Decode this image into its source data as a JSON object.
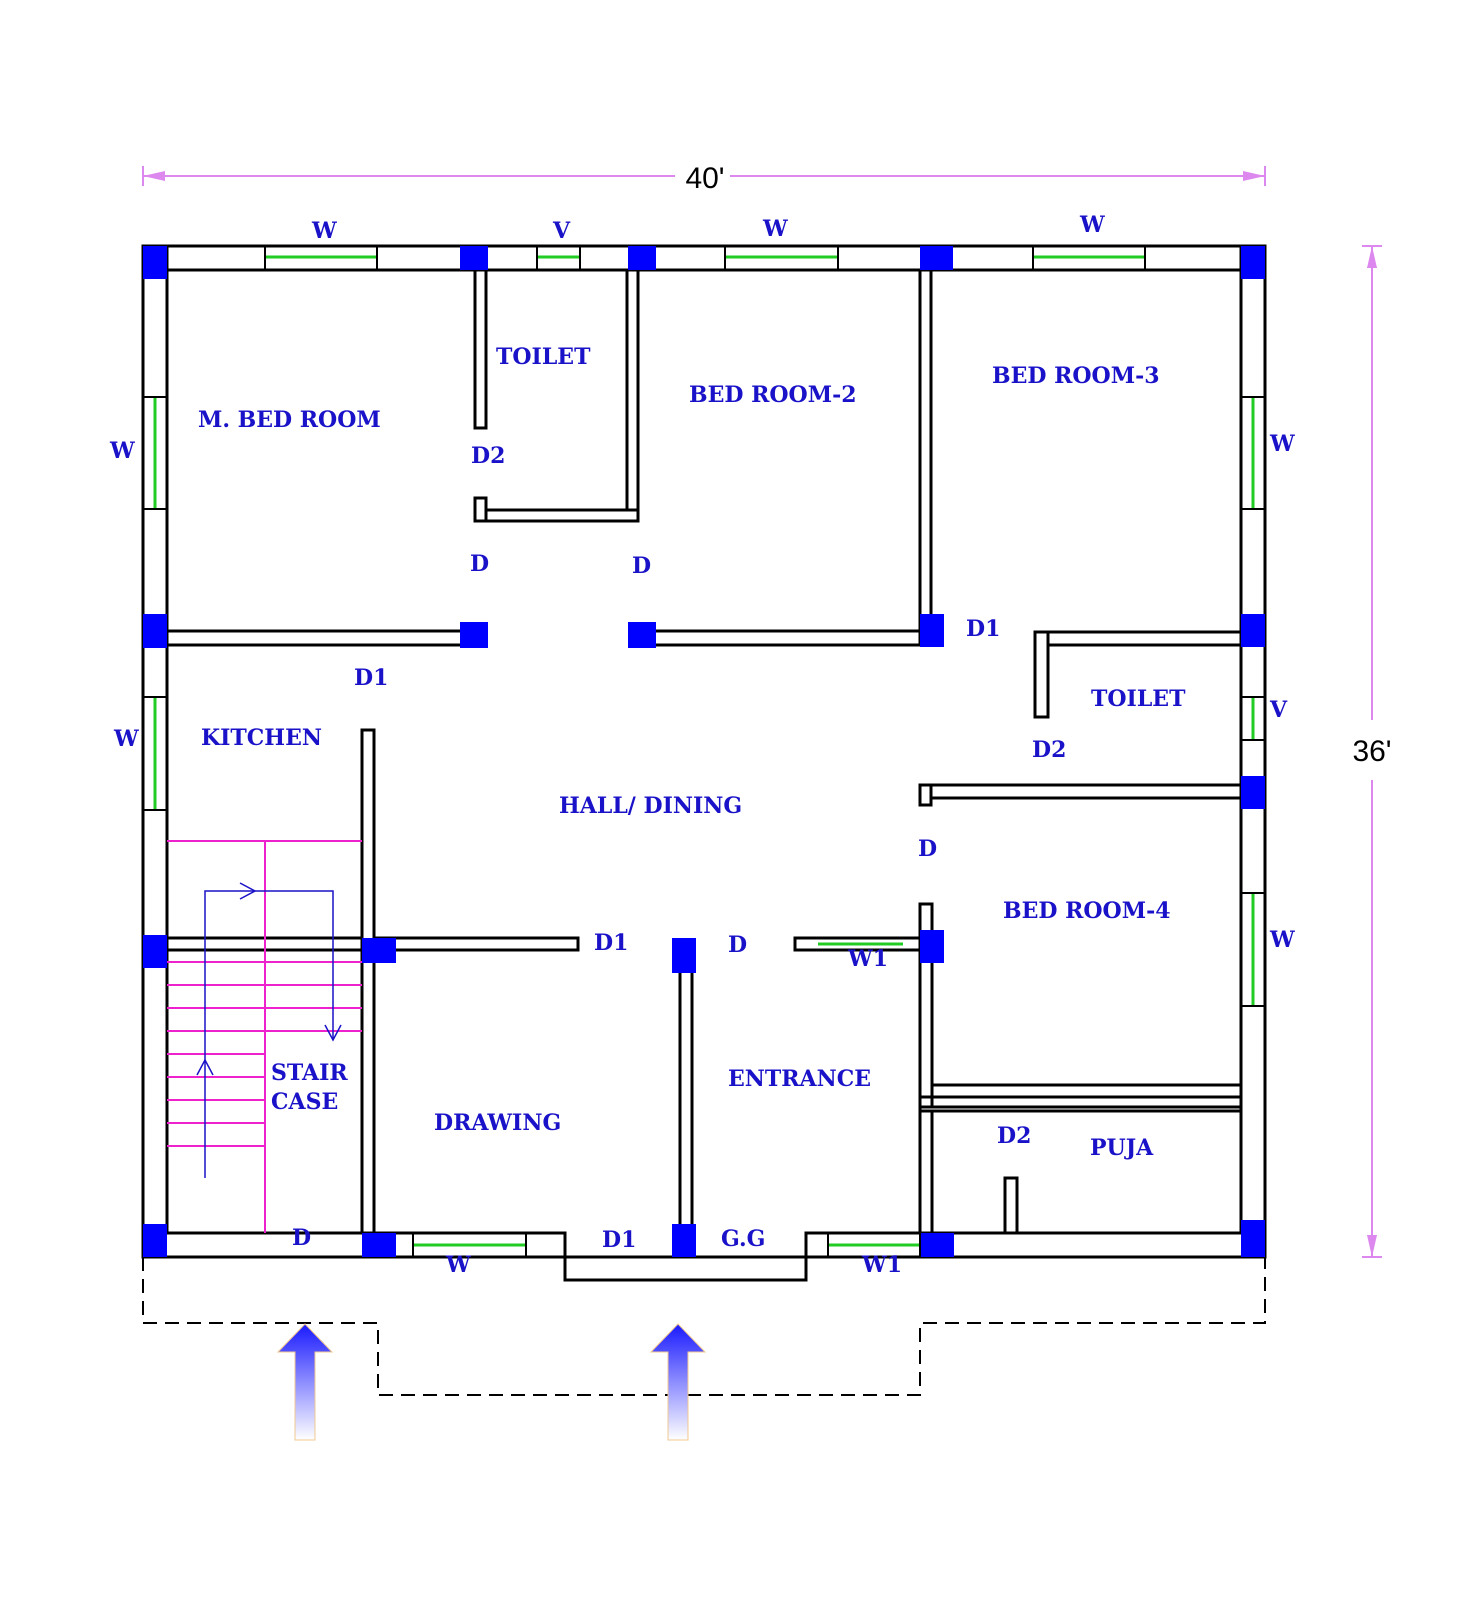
{
  "dimensions": {
    "width": "40'",
    "height": "36'"
  },
  "rooms": {
    "master_bedroom": "M. BED ROOM",
    "toilet_1": "TOILET",
    "bedroom_2": "BED ROOM-2",
    "bedroom_3": "BED ROOM-3",
    "toilet_2": "TOILET",
    "kitchen": "KITCHEN",
    "hall_dining": "HALL/ DINING",
    "bedroom_4": "BED ROOM-4",
    "staircase_1": "STAIR",
    "staircase_2": "CASE",
    "drawing": "DRAWING",
    "entrance": "ENTRANCE",
    "puja": "PUJA"
  },
  "openings": {
    "w_top_1": "W",
    "v_top": "V",
    "w_top_2": "W",
    "w_top_3": "W",
    "w_left_1": "W",
    "w_left_2": "W",
    "w_right_1": "W",
    "v_right": "V",
    "w_right_2": "W",
    "d2_toilet1": "D2",
    "d_mbed": "D",
    "d_bed2": "D",
    "d1_bed3": "D1",
    "d1_kitchen": "D1",
    "d2_toilet2": "D2",
    "d_bed4": "D",
    "d1_drawing": "D1",
    "d_entrance": "D",
    "w1_entrance": "W1",
    "d2_puja": "D2",
    "d_stair": "D",
    "w_bottom": "W",
    "d1_bottom": "D1",
    "gg_bottom": "G.G",
    "w1_bottom": "W1"
  },
  "colors": {
    "wall": "#000000",
    "column": "#0000ff",
    "window": "#22cc22",
    "stair": "#ee22cc",
    "label": "#1a12c8",
    "dimension_line": "#dd88ee"
  }
}
